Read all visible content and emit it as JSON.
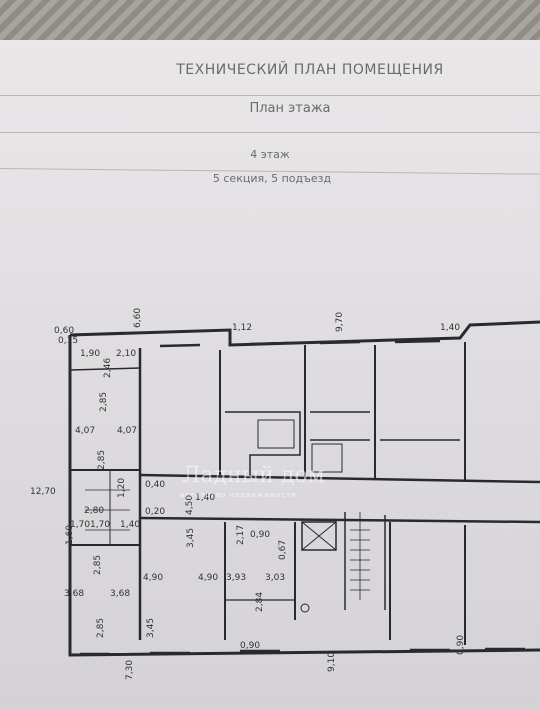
{
  "header": {
    "doc_title": "ТЕХНИЧЕСКИЙ ПЛАН ПОМЕЩЕНИЯ",
    "plan_title": "План этажа",
    "floor": "4 этаж",
    "section": "5 секция,   5 подъезд"
  },
  "watermark": {
    "brand": "Ладный дом",
    "tagline": "агентство недвижимости"
  },
  "dimensions": {
    "d_0_60": "0,60",
    "d_0_15": "0,15",
    "d_6_60": "6,60",
    "d_1_12": "1,12",
    "d_9_70": "9,70",
    "d_1_40_top": "1,40",
    "d_1_90": "1,90",
    "d_2_10": "2,10",
    "d_2_46": "2,46",
    "d_2_85_a": "2,85",
    "d_4_07_a": "4,07",
    "d_4_07_b": "4,07",
    "d_2_85_b": "2,85",
    "d_12_70": "12,70",
    "d_0_40": "0,40",
    "d_1_20": "1,20",
    "d_1_40_mid": "1,40",
    "d_0_20": "0,20",
    "d_1_70_a": "1,70",
    "d_1_70_b": "1,70",
    "d_1_40_small": "1,40",
    "d_2_80": "2,80",
    "d_1_60": "1,60",
    "d_4_50": "4,50",
    "d_3_45_a": "3,45",
    "d_2_17": "2,17",
    "d_0_90_a": "0,90",
    "d_0_67": "0,67",
    "d_2_85_c": "2,85",
    "d_4_90_a": "4,90",
    "d_4_90_b": "4,90",
    "d_3_93": "3,93",
    "d_3_03": "3,03",
    "d_3_68_a": "3,68",
    "d_3_68_b": "3,68",
    "d_2_84": "2,84",
    "d_2_85_d": "2,85",
    "d_3_45_b": "3,45",
    "d_0_90_b": "0,90",
    "d_9_10": "9,10",
    "d_0_90_c": "0,90",
    "d_7_30": "7,30"
  }
}
